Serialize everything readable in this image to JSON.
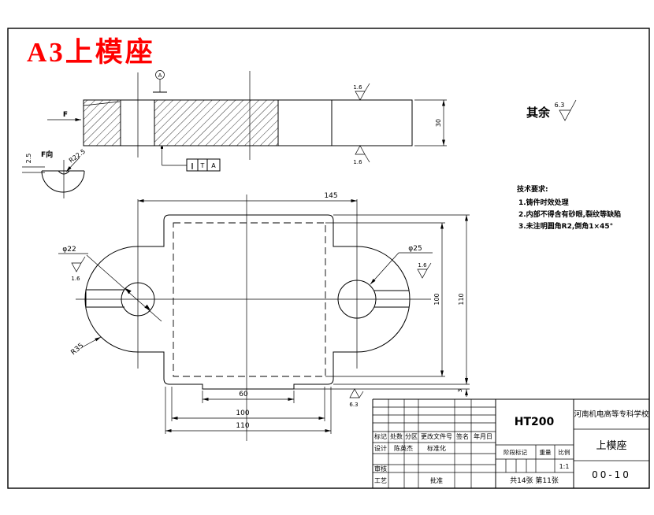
{
  "title": "A3上模座",
  "colors": {
    "accent_red": "#ff0000",
    "ink": "#000000",
    "paper": "#ffffff"
  },
  "top_view": {
    "direction_label": "F",
    "datum_label": "A",
    "roughness_top": "1.6",
    "roughness_bottom": "1.6",
    "thickness_dim": "30",
    "tolerance": {
      "symbol": "∥",
      "value": "T",
      "datum": "A"
    }
  },
  "detail_view": {
    "label": "F向",
    "depth_dim": "2.5",
    "radius_dim": "R22.5"
  },
  "front_view": {
    "center_distance": "145",
    "hole_left": "φ22",
    "hole_left_roughness": "1.6",
    "hole_right": "φ25",
    "hole_right_roughness": "1.6",
    "lobe_radius": "R35",
    "height_inner": "100",
    "height_outer": "110",
    "step_dim": "3",
    "notch_width": "60",
    "width_inner": "100",
    "width_outer": "110",
    "bottom_roughness": "6.3"
  },
  "general_roughness": {
    "label": "其余",
    "value": "6.3"
  },
  "notes": {
    "heading": "技术要求:",
    "line1": "1.铸件时效处理",
    "line2": "2.内部不得含有砂眼,裂纹等缺陷",
    "line3": "3.未注明圆角R2,倒角1×45°"
  },
  "title_block": {
    "material": "HT200",
    "company": "河南机电高等专科学校",
    "part_name": "上模座",
    "drawing_no": "00-10",
    "header_cells": [
      "标记",
      "处数",
      "分区",
      "更改文件号",
      "签名",
      "年月日"
    ],
    "design_label": "设计",
    "designer": "陈英杰",
    "standardization_label": "标准化",
    "review_label": "审核",
    "process_label": "工艺",
    "approve_label": "批准",
    "stage_label": "阶段标记",
    "weight_label": "重量",
    "scale_label": "比例",
    "scale_value": "1:1",
    "sheet_info": "共14张 第11张"
  }
}
